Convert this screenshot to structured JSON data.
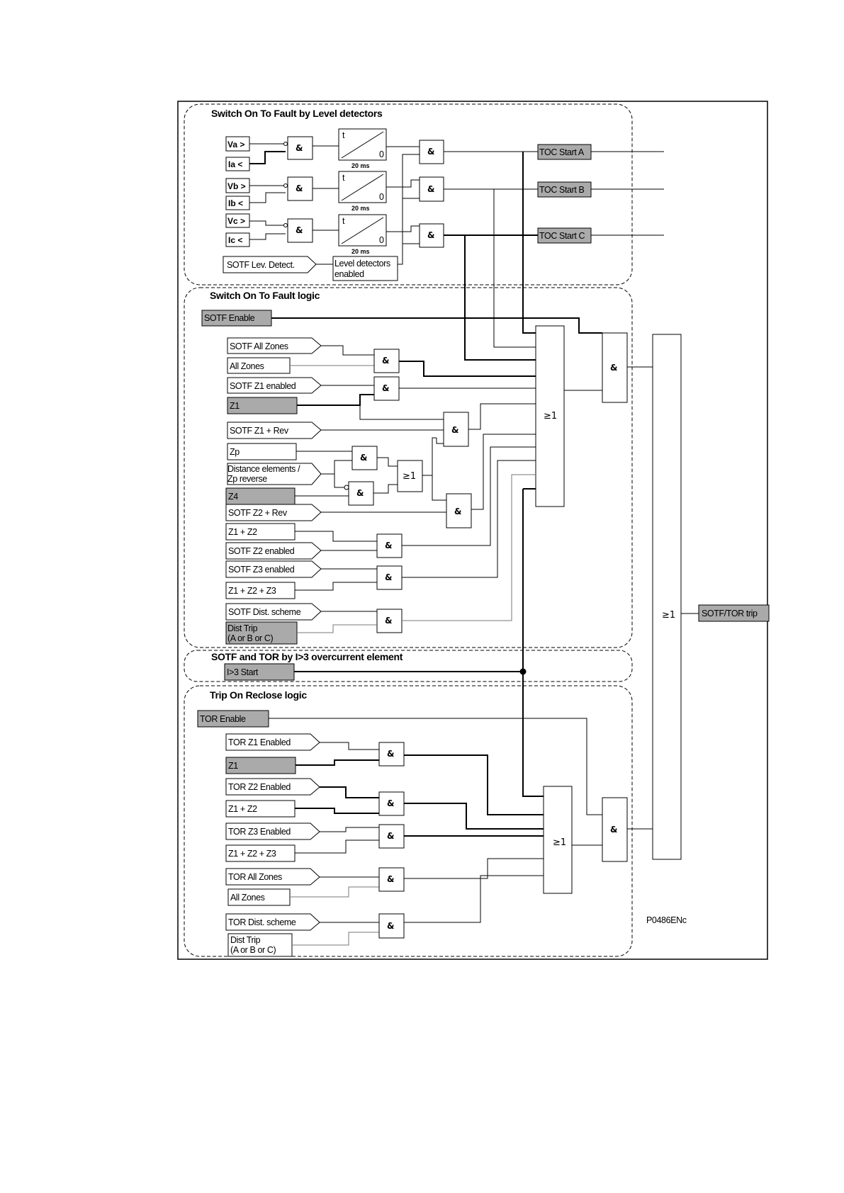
{
  "sections": {
    "level": "Switch On To Fault by Level detectors",
    "logic": "Switch On To Fault logic",
    "overcurrent": "SOTF and TOR by I>3 overcurrent element",
    "tor": "Trip On Reclose logic"
  },
  "level_detectors": {
    "va": "Va >",
    "ia": "Ia <",
    "vb": "Vb >",
    "ib": "Ib <",
    "vc": "Vc >",
    "ic": "Ic <",
    "timer_t": "t",
    "timer_zero": "0",
    "timer_delay": "20 ms",
    "sotf_lev_detect": "SOTF Lev. Detect.",
    "level_enabled_line1": "Level detectors",
    "level_enabled_line2": "enabled"
  },
  "outputs": {
    "toc_a": "TOC Start A",
    "toc_b": "TOC Start B",
    "toc_c": "TOC Start C",
    "sotf_tor_trip": "SOTF/TOR trip"
  },
  "sotf_inputs": {
    "sotf_enable": "SOTF Enable",
    "all_zones_sel": "SOTF All Zones",
    "all_zones": "All Zones",
    "z1_enabled": "SOTF Z1 enabled",
    "z1": "Z1",
    "z1_rev": "SOTF Z1 + Rev",
    "zp": "Zp",
    "dist_rev_line1": "Distance elements /",
    "dist_rev_line2": "Zp reverse",
    "z4": "Z4",
    "z2_rev": "SOTF Z2 + Rev",
    "z1z2": "Z1 + Z2",
    "z2_enabled": "SOTF Z2 enabled",
    "z3_enabled": "SOTF Z3 enabled",
    "z1z2z3": "Z1 + Z2 + Z3",
    "dist_scheme": "SOTF Dist. scheme",
    "dist_trip_line1": "Dist Trip",
    "dist_trip_line2": "(A or B or C)"
  },
  "overcurrent": {
    "i3_start": "I>3 Start"
  },
  "tor_inputs": {
    "tor_enable": "TOR  Enable",
    "z1_enabled": "TOR Z1 Enabled",
    "z1": "Z1",
    "z2_enabled": "TOR Z2 Enabled",
    "z1z2": "Z1 + Z2",
    "z3_enabled": "TOR Z3 Enabled",
    "z1z2z3": "Z1 + Z2 + Z3",
    "all_zones_sel": "TOR All Zones",
    "all_zones": "All Zones",
    "dist_scheme": "TOR Dist. scheme",
    "dist_trip_line1": "Dist Trip",
    "dist_trip_line2": "(A or B or C)"
  },
  "gates": {
    "and": "&",
    "or": "≥1"
  },
  "figure_ref": "P0486ENc"
}
